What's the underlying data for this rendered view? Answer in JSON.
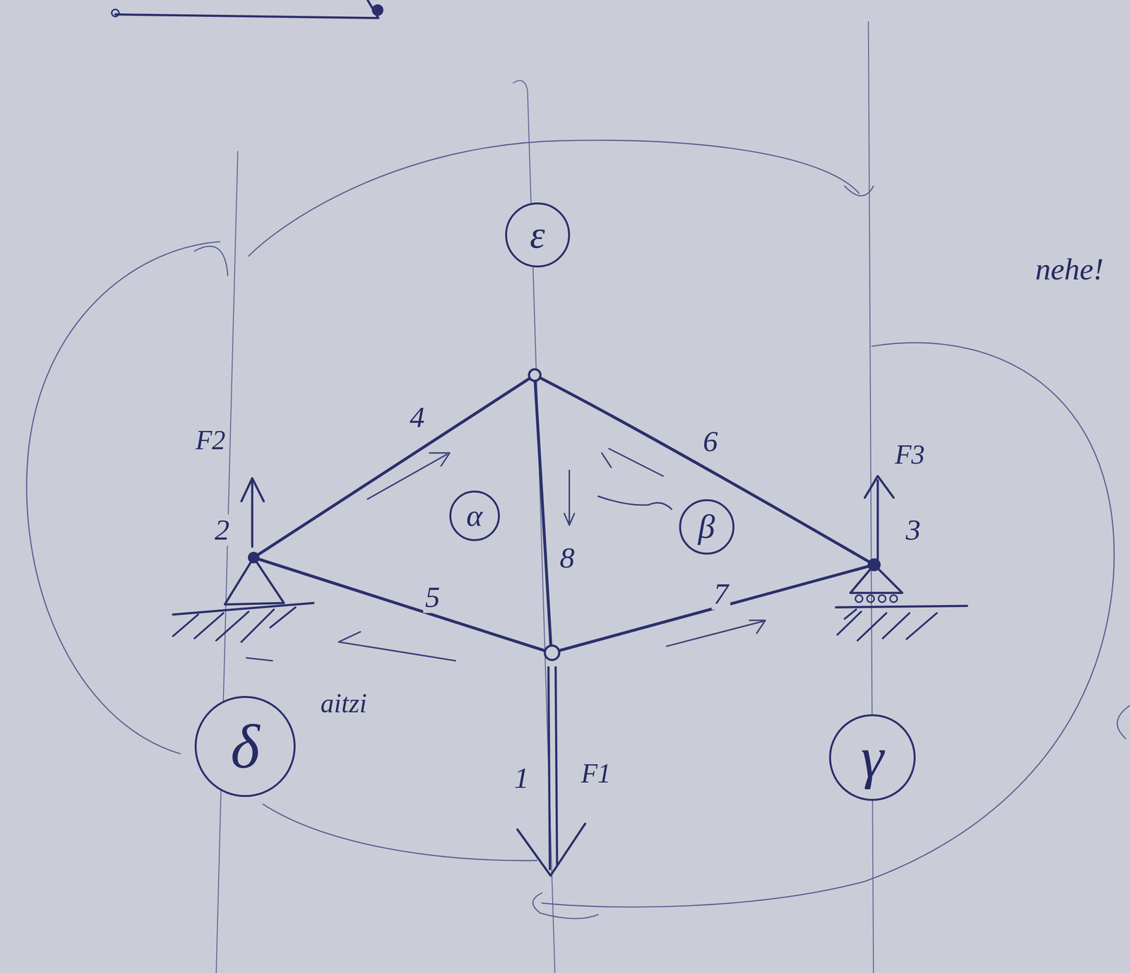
{
  "diagram": {
    "nodes": [
      {
        "text": [
          "ε"
        ]
      },
      {
        "text": [
          "α"
        ]
      },
      {
        "text": [
          "β"
        ]
      },
      {
        "text": [
          "δ"
        ]
      },
      {
        "text": [
          "γ"
        ]
      }
    ],
    "labels": [
      "nehe!",
      "F2",
      "4",
      "6",
      "F3",
      "2",
      "8",
      "3",
      "5",
      "7",
      "aitzi",
      "1",
      "F1"
    ]
  }
}
